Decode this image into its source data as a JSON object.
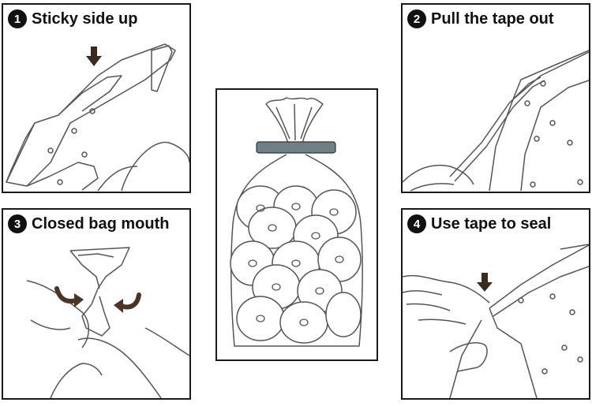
{
  "steps": [
    {
      "number": "1",
      "label": "Sticky side up"
    },
    {
      "number": "2",
      "label": "Pull the tape out"
    },
    {
      "number": "3",
      "label": "Closed bag mouth"
    },
    {
      "number": "4",
      "label": "Use tape to seal"
    }
  ],
  "colors": {
    "border": "#1a1a1a",
    "line": "#555555",
    "arrow_down": "#3a2a20",
    "arrow_twist": "#4a3426",
    "tape": "#6f7f86"
  }
}
